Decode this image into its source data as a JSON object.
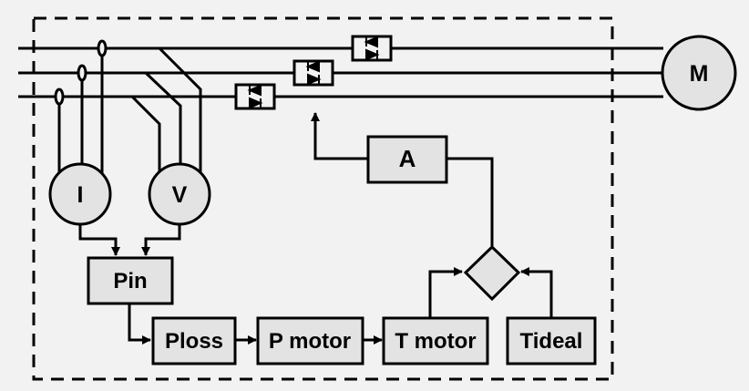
{
  "colors": {
    "background": "#f2f2f2",
    "stroke": "#000000",
    "block_fill": "#e3e3e3",
    "circle_fill": "#e3e3e3"
  },
  "motor": {
    "label": "M"
  },
  "sensors": {
    "current": "I",
    "voltage": "V"
  },
  "controller": {
    "label": "A"
  },
  "blocks": {
    "pin": "Pin",
    "ploss": "Ploss",
    "pmotor": "P motor",
    "tmotor": "T motor",
    "tideal": "Tideal"
  }
}
